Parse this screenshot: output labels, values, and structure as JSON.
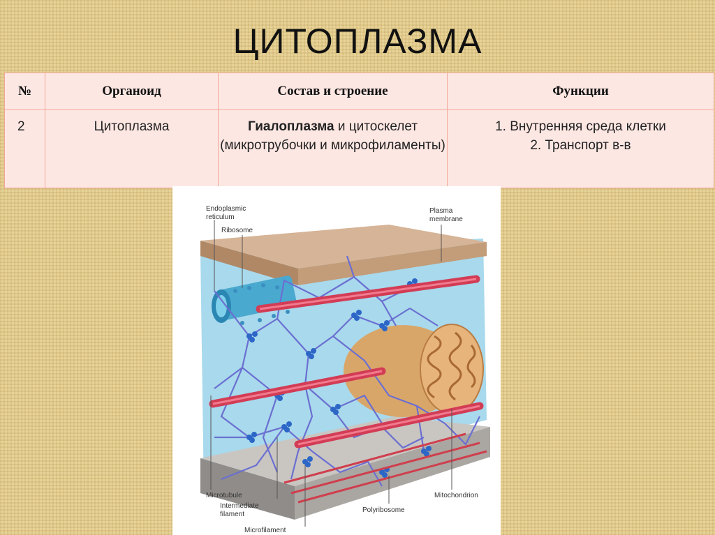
{
  "slide": {
    "title": "ЦИТОПЛАЗМА"
  },
  "table": {
    "headers": [
      "№",
      "Органоид",
      "Состав и строение",
      "Функции"
    ],
    "row": {
      "num": "2",
      "organoid": "Цитоплазма",
      "composition_bold": "Гиалоплазма",
      "composition_rest": " и цитоскелет (микротрубочки и микрофиламенты)",
      "functions": [
        "1.   Внутренняя среда клетки",
        "2.   Транспорт в-в"
      ]
    }
  },
  "figure": {
    "labels": {
      "endoplasmic": "Endoplasmic",
      "reticulum": "reticulum",
      "ribosome": "Ribosome",
      "plasma": "Plasma",
      "membrane": "membrane",
      "microtubule": "Microtubule",
      "intermediate": "Intermediate",
      "filament": "filament",
      "microfilament": "Microfilament",
      "polyribosome": "Polyribosome",
      "mitochondrion": "Mitochondrion"
    }
  }
}
